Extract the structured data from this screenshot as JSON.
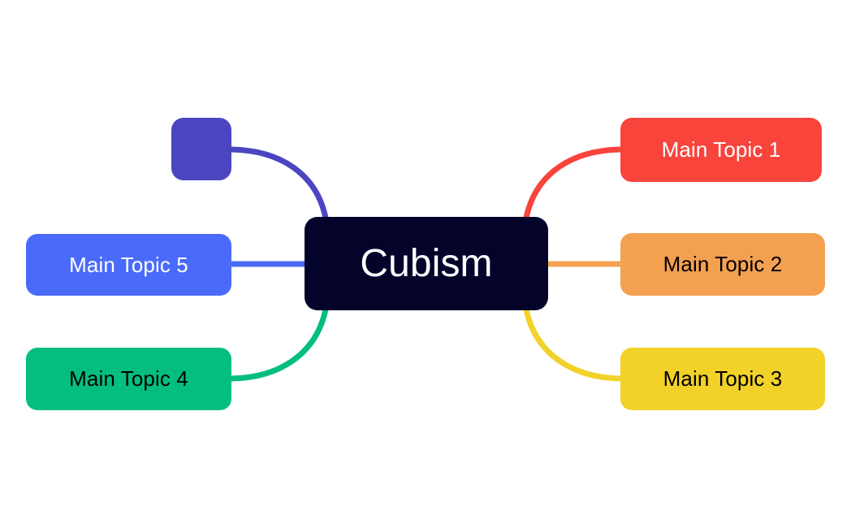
{
  "diagram": {
    "type": "mind-map",
    "background_color": "#ffffff",
    "center": {
      "label": "Cubism",
      "fill": "#04042b",
      "text_color": "#ffffff"
    },
    "nodes": [
      {
        "id": "topic-1",
        "label": "Main Topic 1",
        "fill": "#f9443c",
        "text_color": "#ffffff",
        "side": "right",
        "connector": "curve"
      },
      {
        "id": "topic-2",
        "label": "Main Topic 2",
        "fill": "#f4a051",
        "text_color": "#000000",
        "side": "right",
        "connector": "straight"
      },
      {
        "id": "topic-3",
        "label": "Main Topic 3",
        "fill": "#f2d229",
        "text_color": "#000000",
        "side": "right",
        "connector": "curve"
      },
      {
        "id": "topic-4",
        "label": "Main Topic 4",
        "fill": "#04be7e",
        "text_color": "#000000",
        "side": "left",
        "connector": "curve"
      },
      {
        "id": "topic-5",
        "label": "Main Topic 5",
        "fill": "#4a6bfa",
        "text_color": "#ffffff",
        "side": "left",
        "connector": "straight"
      },
      {
        "id": "blank",
        "label": "",
        "fill": "#4b46c0",
        "text_color": "#ffffff",
        "side": "top-left",
        "connector": "curve"
      }
    ],
    "connectors": [
      {
        "id": "edge-topic-1",
        "color": "#f9443c"
      },
      {
        "id": "edge-topic-2",
        "color": "#f4a051"
      },
      {
        "id": "edge-topic-3",
        "color": "#f2d229"
      },
      {
        "id": "edge-topic-4",
        "color": "#04be7e"
      },
      {
        "id": "edge-topic-5",
        "color": "#4a6bfa"
      },
      {
        "id": "edge-blank",
        "color": "#4b46c0"
      }
    ]
  }
}
